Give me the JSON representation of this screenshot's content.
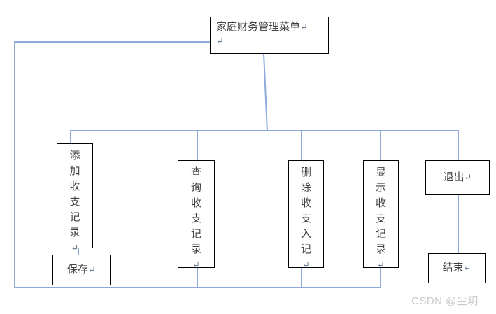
{
  "diagram": {
    "title_box": {
      "label": "家庭财务管理菜单",
      "return_mark": "↵",
      "second_line_mark": "↵"
    },
    "nodes": [
      {
        "id": "add",
        "label": "添加收支记录",
        "return_mark": "↵",
        "orientation": "vertical"
      },
      {
        "id": "query",
        "label": "查询收支记录",
        "return_mark": "↵",
        "orientation": "vertical"
      },
      {
        "id": "delete",
        "label": "删除收支入记",
        "return_mark": "↵",
        "orientation": "vertical"
      },
      {
        "id": "show",
        "label": "显示收支记录",
        "return_mark": "↵",
        "orientation": "vertical"
      },
      {
        "id": "exit",
        "label": "退出",
        "return_mark": "↵",
        "orientation": "horizontal"
      },
      {
        "id": "save",
        "label": "保存",
        "return_mark": "↵",
        "orientation": "horizontal"
      },
      {
        "id": "end",
        "label": "结束",
        "return_mark": "↵",
        "orientation": "horizontal"
      }
    ],
    "colors": {
      "connector": "#8EAADB",
      "box_border": "#000000",
      "text": "#404040",
      "watermark": "#c9c9c9",
      "background": "#ffffff"
    }
  },
  "watermark": {
    "text": "CSDN @尘玥"
  }
}
